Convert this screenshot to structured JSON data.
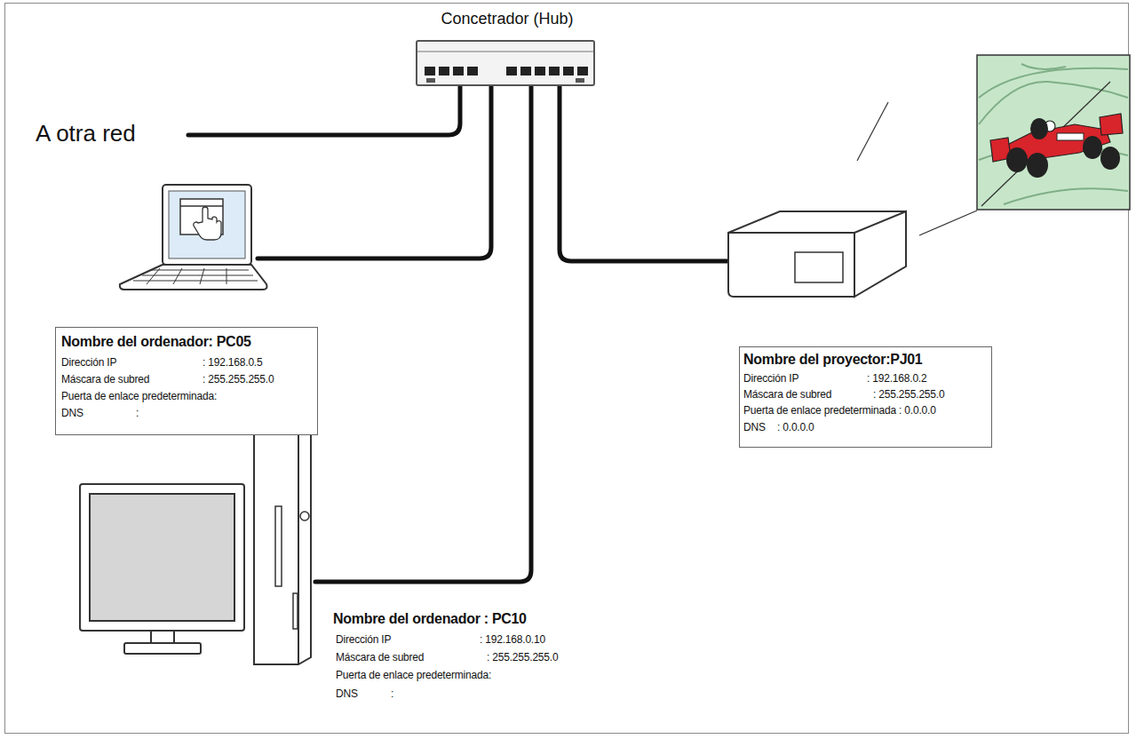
{
  "diagram": {
    "nodes": [
      {
        "text": [
          "Concetrador (Hub)"
        ]
      },
      {
        "text": [
          "Nombre del ordenador: PC05",
          "Dirección IP",
          ": 192.168.0.5",
          "Máscara de subred",
          ": 255.255.255.0",
          "Puerta de enlace predeterminada:",
          "DNS",
          ":"
        ]
      },
      {
        "text": [
          "Nombre del proyector:PJ01",
          "Dirección IP",
          ": 192.168.0.2",
          "Máscara de subred",
          ": 255.255.255.0",
          "Puerta de enlace predeterminada : 0.0.0.0",
          "DNS",
          ": 0.0.0.0"
        ]
      }
    ],
    "labels": [
      "A otra red",
      "Nombre del ordenador : PC10",
      "Dirección IP",
      ": 192.168.0.10",
      "Máscara de subred",
      ": 255.255.255.0",
      "Puerta de enlace predeterminada:",
      "DNS",
      ":"
    ]
  }
}
